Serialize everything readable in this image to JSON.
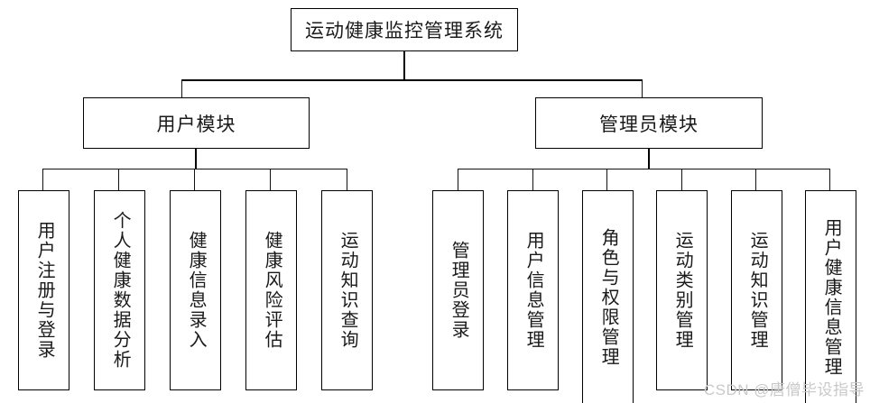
{
  "diagram": {
    "type": "tree",
    "title": "运动健康监控管理系统",
    "watermark": "CSDN @唐僧毕设指导",
    "modules": [
      {
        "label": "用户模块",
        "children": [
          "用户注册与登录",
          "个人健康数据分析",
          "健康信息录入",
          "健康风险评估",
          "运动知识查询"
        ]
      },
      {
        "label": "管理员模块",
        "children": [
          "管理员登录",
          "用户信息管理",
          "角色与权限管理",
          "运动类别管理",
          "运动知识管理",
          "用户健康信息管理"
        ]
      }
    ]
  }
}
